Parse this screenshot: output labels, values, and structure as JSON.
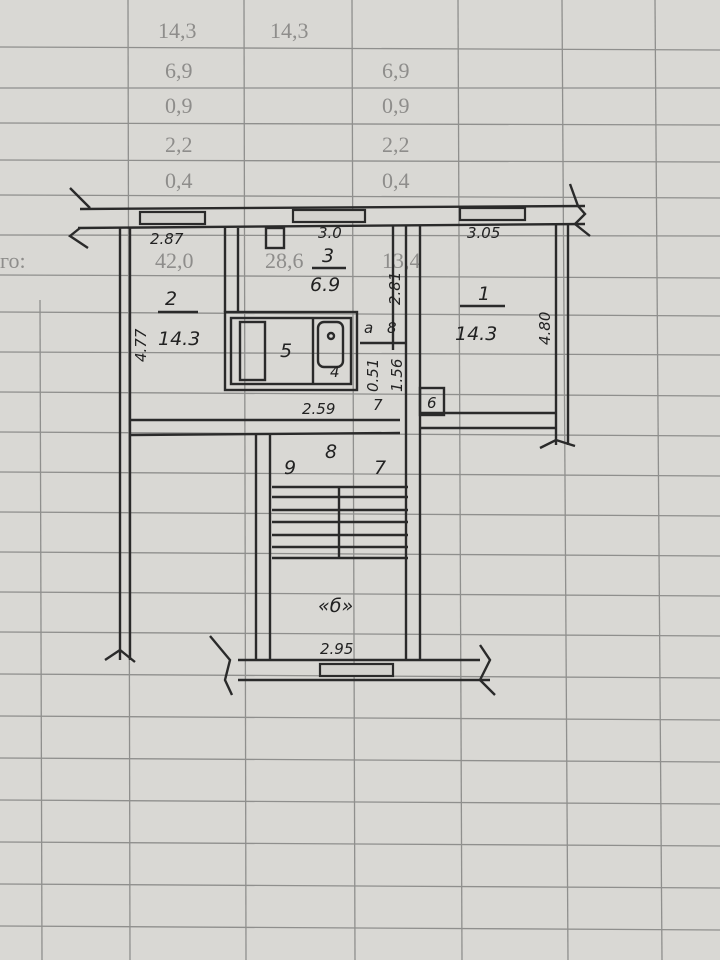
{
  "table": {
    "total_label": "го:",
    "rows": [
      {
        "c1": "14,3",
        "c2": "14,3",
        "c3": ""
      },
      {
        "c1": "6,9",
        "c2": "",
        "c3": "6,9"
      },
      {
        "c1": "0,9",
        "c2": "",
        "c3": "0,9"
      },
      {
        "c1": "2,2",
        "c2": "",
        "c3": "2,2"
      },
      {
        "c1": "0,4",
        "c2": "",
        "c3": "0,4"
      }
    ],
    "totals": {
      "c1": "42,0",
      "c2": "28,6",
      "c3": "13,4"
    }
  },
  "plan": {
    "dims": {
      "top_left": "2.87",
      "top_mid": "3.0",
      "top_right": "3.05",
      "left": "4.77",
      "right": "4.80",
      "mid_vertical": "2.81",
      "corridor": "2.59",
      "small_a": "0.51",
      "small_b": "1.56",
      "bottom": "2.95"
    },
    "rooms": {
      "r1_num": "1",
      "r1_area": "14.3",
      "r2_num": "2",
      "r2_area": "14.3",
      "r3_num": "3",
      "r3_area": "6.9",
      "r4": "4",
      "r5": "5",
      "r6": "6",
      "r7a": "7",
      "r7b": "7",
      "r8a": "8",
      "r8b": "8",
      "r9": "9",
      "ra": "а",
      "stair": "«б»"
    }
  }
}
